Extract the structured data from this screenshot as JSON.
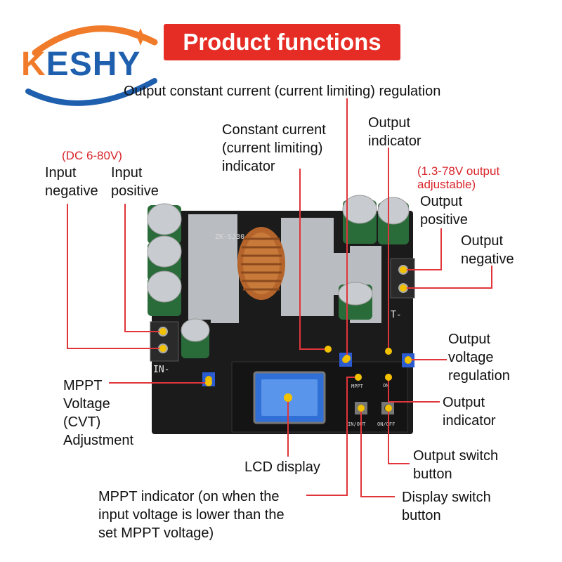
{
  "brand": {
    "logo_text": "KESHY",
    "logo_k": "K",
    "logo_rest": "ESHY"
  },
  "title": "Product functions",
  "board": {
    "model_text": "ZK-SJ30",
    "silk_in": "IN-",
    "silk_out": "T-",
    "silk_mppt": "MPPT",
    "silk_on": "ON",
    "silk_inout": "IN/OUT",
    "silk_onoff": "ON/OFF"
  },
  "labels": {
    "output_cc_regulation": "Output constant current (current limiting) regulation",
    "cc_indicator": [
      "Constant current",
      "(current limiting)",
      "indicator"
    ],
    "output_indicator_top": [
      "Output",
      "indicator"
    ],
    "input_range": "(DC 6-80V)",
    "input_negative": [
      "Input",
      "negative"
    ],
    "input_positive": [
      "Input",
      "positive"
    ],
    "output_range": [
      "(1.3-78V output",
      "adjustable)"
    ],
    "output_positive": [
      "Output",
      "positive"
    ],
    "output_negative": [
      "Output",
      "negative"
    ],
    "output_voltage_regulation": [
      "Output",
      "voltage",
      "regulation"
    ],
    "mppt_adjustment": [
      "MPPT",
      "Voltage",
      "(CVT)",
      "Adjustment"
    ],
    "output_indicator_right": [
      "Output",
      "indicator"
    ],
    "output_switch_button": [
      "Output switch",
      "button"
    ],
    "lcd_display": "LCD display",
    "display_switch_button": [
      "Display switch",
      "button"
    ],
    "mppt_indicator": [
      "MPPT indicator (on when the",
      "input voltage is lower than the",
      "set MPPT voltage)"
    ]
  },
  "colors": {
    "leader_line": "#e0353a",
    "title_bg": "#e52d25",
    "logo_orange": "#f07b2a",
    "logo_blue": "#1e5fae",
    "pcb": "#1b1b1b",
    "lcd": "#2f6fd6"
  }
}
